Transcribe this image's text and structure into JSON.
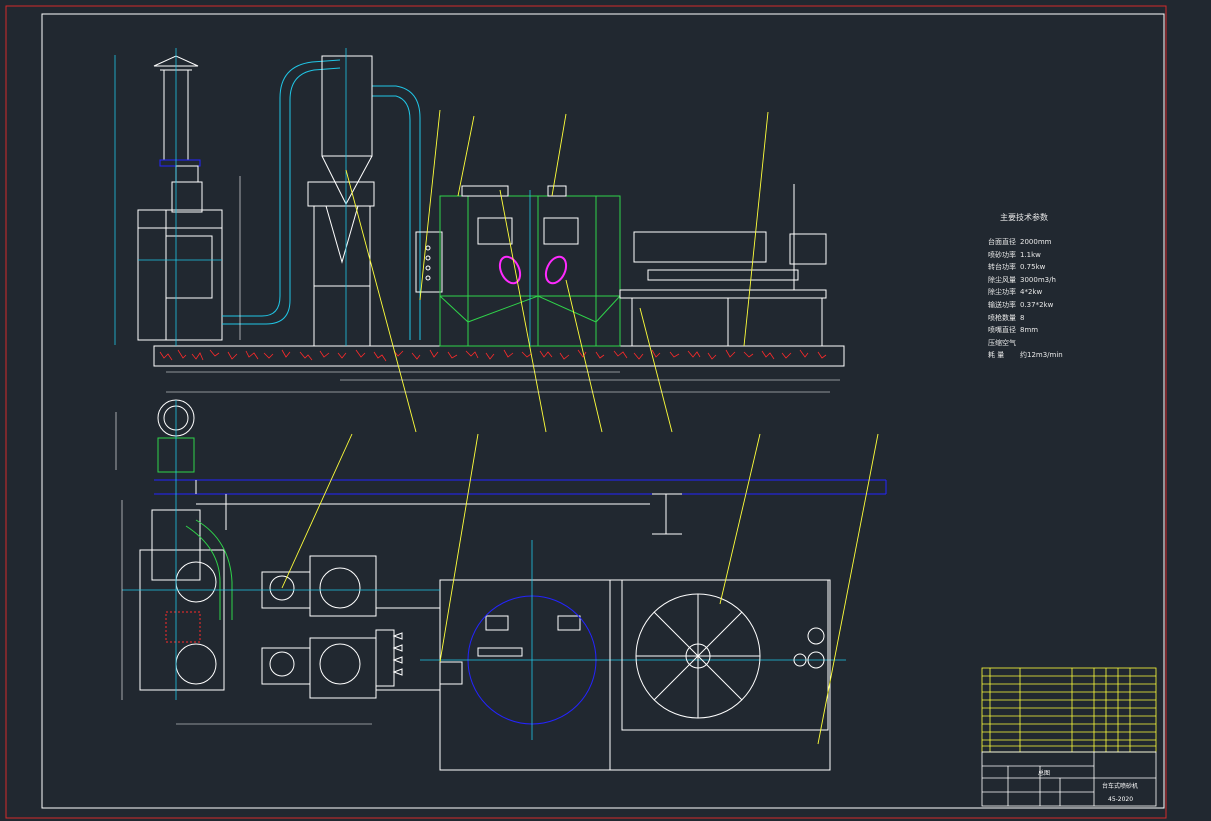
{
  "drawing": {
    "spec_title": "主要技术参数",
    "specs": [
      {
        "label": "台面直径",
        "value": "2000mm"
      },
      {
        "label": "喷砂功率",
        "value": "1.1kw"
      },
      {
        "label": "转台功率",
        "value": "0.75kw"
      },
      {
        "label": "除尘风量",
        "value": "3000m3/h"
      },
      {
        "label": "除尘功率",
        "value": "4*2kw"
      },
      {
        "label": "输送功率",
        "value": "0.37*2kw"
      },
      {
        "label": "喷枪数量",
        "value": "8"
      },
      {
        "label": "喷嘴直径",
        "value": "8mm"
      },
      {
        "label": "压缩空气",
        "value": ""
      },
      {
        "label": "耗    量",
        "value": "约12m3/min"
      }
    ],
    "title_block": {
      "project_name": "台车式喷砂机",
      "drawing_no": "45-2020",
      "assembly_label": "总图"
    }
  },
  "colors": {
    "background": "#212830",
    "frame": "#d22a2a",
    "line": "#ffffff",
    "cyan": "#21c6e6",
    "green": "#2fd34a",
    "yellow": "#ffff3a",
    "blue": "#2424ff",
    "red": "#ff2a2a",
    "magenta": "#ff2aff"
  }
}
